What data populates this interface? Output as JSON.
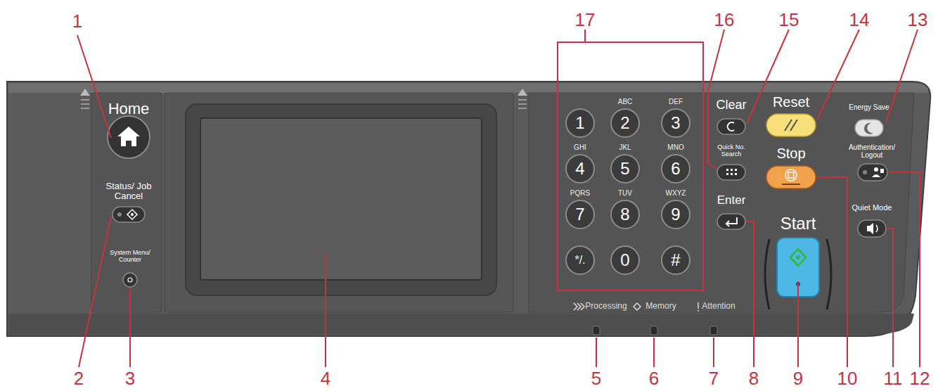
{
  "diagram": {
    "nodes": [
      {
        "text": [
          "1"
        ]
      },
      {
        "text": [
          "2"
        ]
      },
      {
        "text": [
          "3"
        ]
      },
      {
        "text": [
          "4"
        ]
      },
      {
        "text": [
          "5"
        ]
      },
      {
        "text": [
          "6"
        ]
      },
      {
        "text": [
          "7"
        ]
      },
      {
        "text": [
          "8"
        ]
      },
      {
        "text": [
          "9"
        ]
      },
      {
        "text": [
          "*/."
        ]
      },
      {
        "text": [
          "0"
        ]
      },
      {
        "text": [
          "#"
        ]
      }
    ],
    "labels": [
      "1",
      "17",
      "16",
      "15",
      "14",
      "13",
      "Home",
      "Status/ Job Cancel",
      "System Menu/ Counter",
      "ABC",
      "DEF",
      "GHI",
      "JKL",
      "MNO",
      "PQRS",
      "TUV",
      "WXYZ",
      "Clear",
      "Quick No. Search",
      "Enter",
      "Reset",
      "Stop",
      "Start",
      "Energy Save",
      "Authentication/ Logout",
      "Quiet Mode",
      "Processing",
      "Memory",
      "Attention",
      "2",
      "3",
      "4",
      "5",
      "6",
      "7",
      "8",
      "9",
      "10",
      "11",
      "12"
    ]
  }
}
